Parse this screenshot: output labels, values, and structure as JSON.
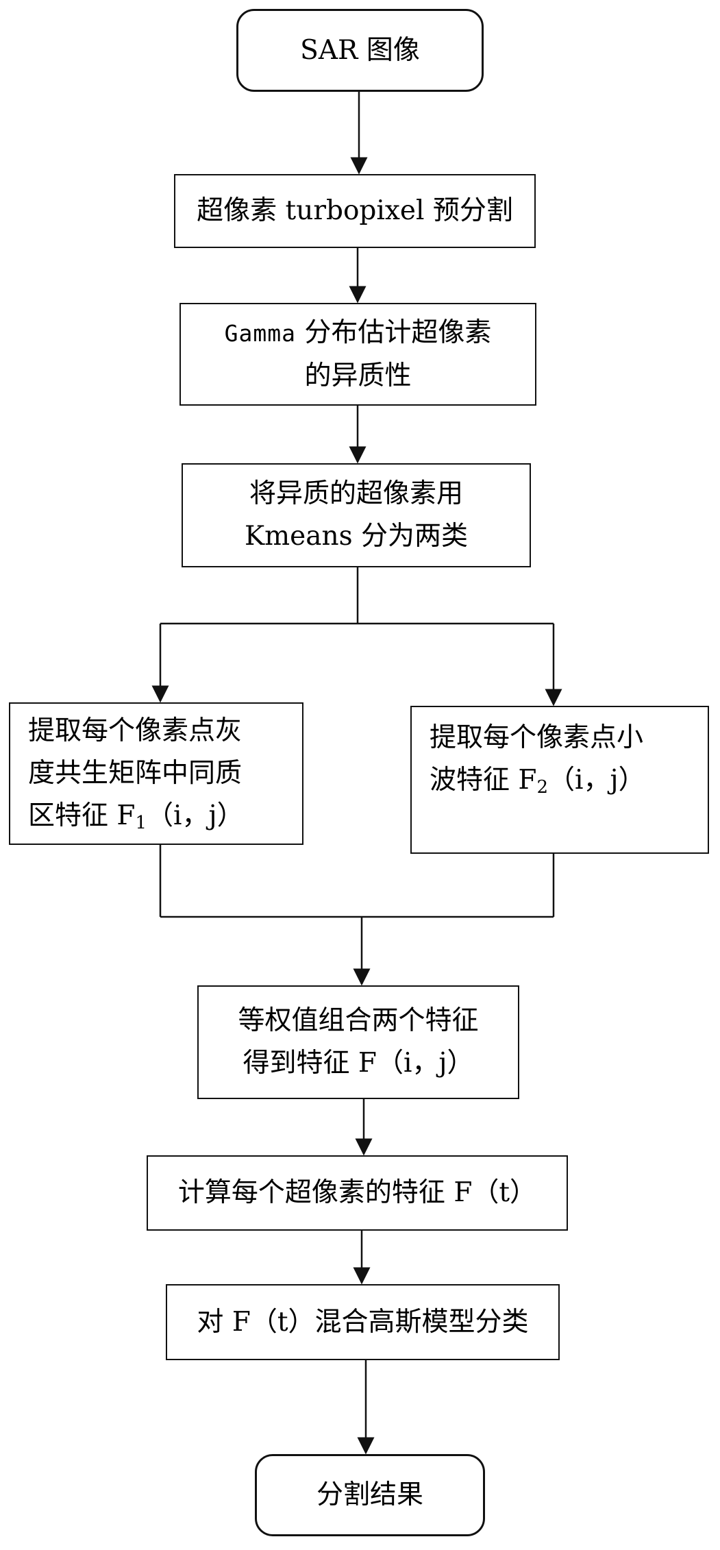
{
  "flowchart": {
    "start": "SAR 图像",
    "step_superpixel": "超像素 turbopixel 预分割",
    "step_gamma": {
      "line1_prefix": "Gamma",
      "line1_rest": " 分布估计超像素",
      "line2": "的异质性"
    },
    "step_kmeans": {
      "line1": "将异质的超像素用",
      "line2": "Kmeans 分为两类"
    },
    "step_glcm": {
      "line1": "提取每个像素点灰",
      "line2": "度共生矩阵中同质",
      "line3_prefix": "区特征 F",
      "line3_sub": "1",
      "line3_suffix": "（i，j）"
    },
    "step_wavelet": {
      "line1": "提取每个像素点小",
      "line2_prefix": "波特征 F",
      "line2_sub": "2",
      "line2_suffix": "（i，j）"
    },
    "step_combine": {
      "line1": "等权值组合两个特征",
      "line2": "得到特征 F（i，j）"
    },
    "step_superpixel_feature": "计算每个超像素的特征 F（t）",
    "step_gmm": "对 F（t）混合高斯模型分类",
    "end": "分割结果"
  }
}
